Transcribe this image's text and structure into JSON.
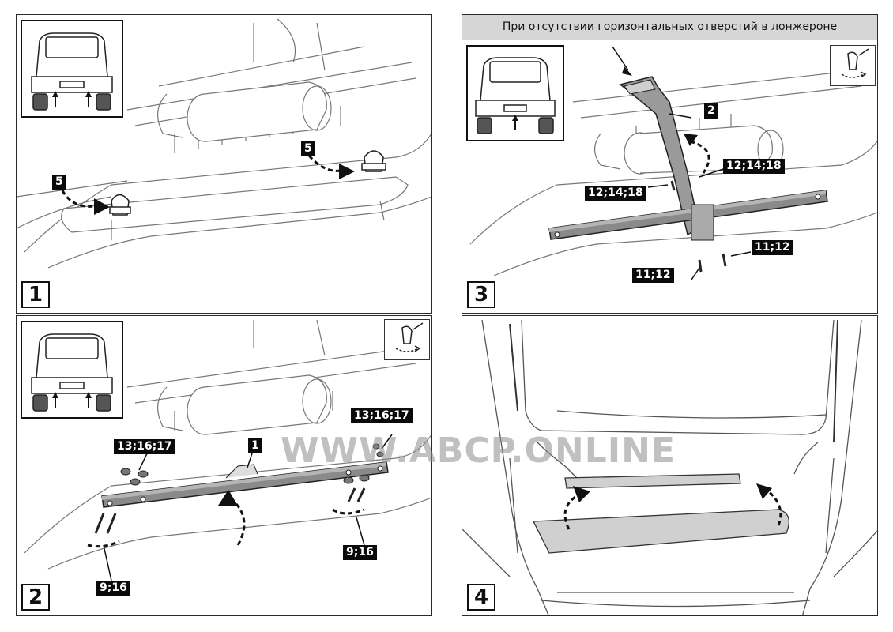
{
  "panels": [
    {
      "step": "1",
      "callouts": [
        "5",
        "5"
      ]
    },
    {
      "step": "2",
      "callouts": [
        "13;16;17",
        "13;16;17",
        "1",
        "9;16",
        "9;16"
      ]
    },
    {
      "step": "3",
      "note": "При отсутствии горизонтальных отверстий в лонжероне",
      "callouts": [
        "2",
        "12;14;18",
        "12;14;18",
        "11;12",
        "11;12"
      ]
    },
    {
      "step": "4"
    }
  ],
  "watermark": "WWW.ABCP.ONLINE",
  "colors": {
    "line": "#555555",
    "dark": "#111111",
    "beam": "#8a8a8a",
    "floor": "#d0d0d0",
    "note_bg": "#d6d6d6"
  },
  "icons": [
    "car-rear-thumbnail-icon",
    "wrench-tool-icon",
    "curved-arrow-icon"
  ]
}
